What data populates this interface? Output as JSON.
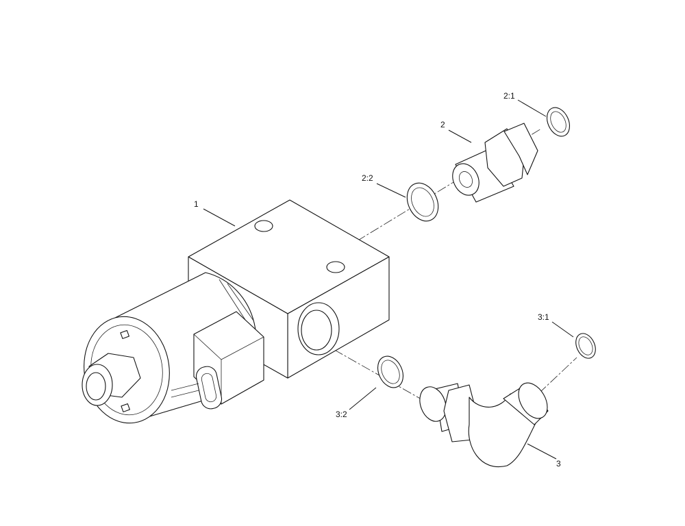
{
  "callouts": {
    "c1": "1",
    "c2": "2",
    "c2_1": "2:1",
    "c2_2": "2:2",
    "c3": "3",
    "c3_1": "3:1",
    "c3_2": "3:2"
  },
  "colors": {
    "line": "#111111",
    "background": "#ffffff"
  }
}
